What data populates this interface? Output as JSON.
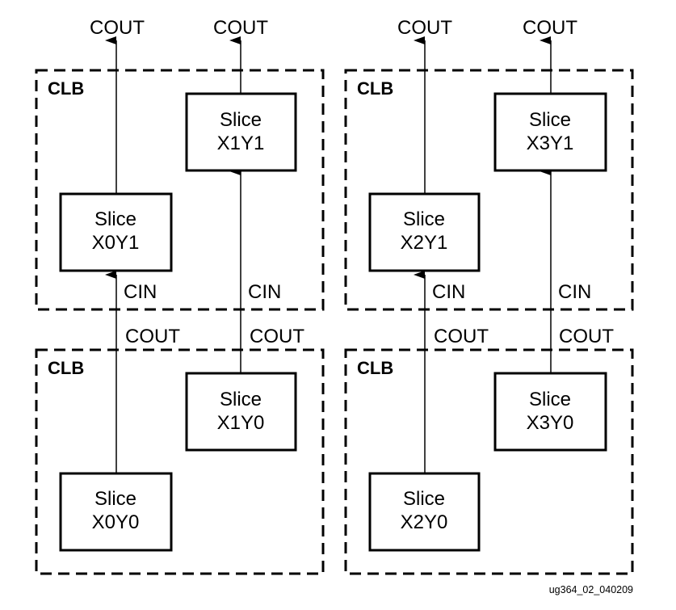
{
  "clb_label": "CLB",
  "cout_label": "COUT",
  "cin_label": "CIN",
  "slice_label": "Slice",
  "slices": {
    "x0y1": "X0Y1",
    "x1y1": "X1Y1",
    "x0y0": "X0Y0",
    "x1y0": "X1Y0",
    "x2y1": "X2Y1",
    "x3y1": "X3Y1",
    "x2y0": "X2Y0",
    "x3y0": "X3Y0"
  },
  "figure_id": "ug364_02_040209"
}
